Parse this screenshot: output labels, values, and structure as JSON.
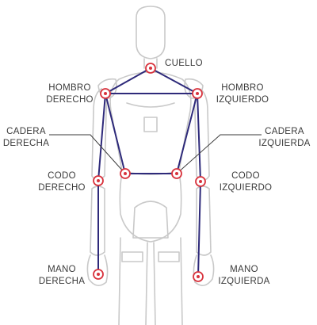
{
  "labels": {
    "neck": [
      "CUELLO"
    ],
    "right_shoulder": [
      "HOMBRO",
      "DERECHO"
    ],
    "left_shoulder": [
      "HOMBRO",
      "IZQUIERDO"
    ],
    "right_hip": [
      "CADERA",
      "DERECHA"
    ],
    "left_hip": [
      "CADERA",
      "IZQUIERDA"
    ],
    "right_elbow": [
      "CODO",
      "DERECHO"
    ],
    "left_elbow": [
      "CODO",
      "IZQUIERDO"
    ],
    "right_hand": [
      "MANO",
      "DERECHA"
    ],
    "left_hand": [
      "MANO",
      "IZQUIERDA"
    ]
  },
  "colors": {
    "skeleton_line": "#2e2a7a",
    "joint_ring": "#d8323c",
    "figure_outline": "#c9c9c9",
    "label_text": "#3a3a3a"
  }
}
